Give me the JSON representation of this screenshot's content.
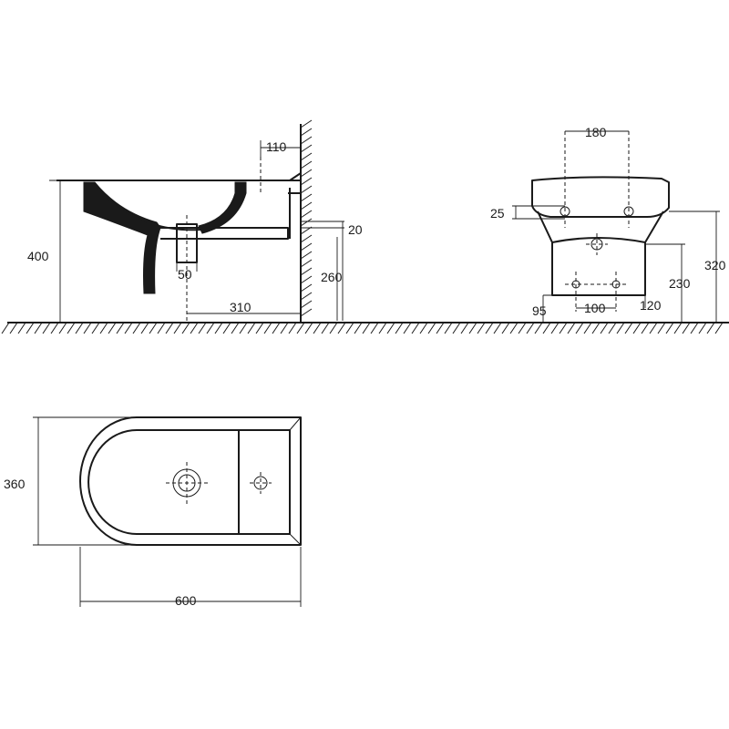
{
  "side_view": {
    "dims": {
      "height_total": "400",
      "pipe_offset_top": "110",
      "pipe_gap": "20",
      "waste_width": "50",
      "waste_height": "260",
      "waste_distance": "310"
    }
  },
  "front_view": {
    "dims": {
      "tap_spacing": "180",
      "rim_offset": "25",
      "height_total": "320",
      "bolt_height": "230",
      "left_offset": "95",
      "bolt_spacing": "100",
      "right_offset": "120"
    }
  },
  "top_view": {
    "dims": {
      "width": "360",
      "length": "600"
    }
  }
}
